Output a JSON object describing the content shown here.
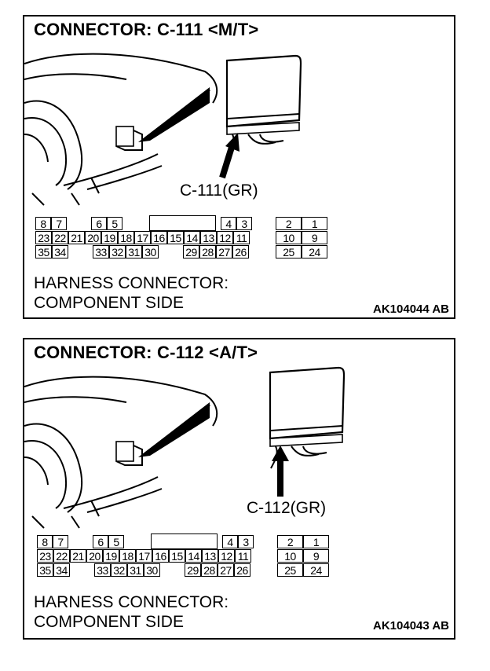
{
  "panels": [
    {
      "title": "CONNECTOR: C-111 <M/T>",
      "callout": "C-111(GR)",
      "harness_line1": "HARNESS CONNECTOR:",
      "harness_line2": "COMPONENT SIDE",
      "figure_code": "AK104044 AB"
    },
    {
      "title": "CONNECTOR: C-112 <A/T>",
      "callout": "C-112(GR)",
      "harness_line1": "HARNESS CONNECTOR:",
      "harness_line2": "COMPONENT SIDE",
      "figure_code": "AK104043 AB"
    }
  ],
  "connector": {
    "row1": [
      "8",
      "7",
      "6",
      "5",
      "4",
      "3",
      "2",
      "1"
    ],
    "row2": [
      "23",
      "22",
      "21",
      "20",
      "19",
      "18",
      "17",
      "16",
      "15",
      "14",
      "13",
      "12",
      "11",
      "10",
      "9"
    ],
    "row3": [
      "35",
      "34",
      "33",
      "32",
      "31",
      "30",
      "29",
      "28",
      "27",
      "26",
      "25",
      "24"
    ]
  }
}
